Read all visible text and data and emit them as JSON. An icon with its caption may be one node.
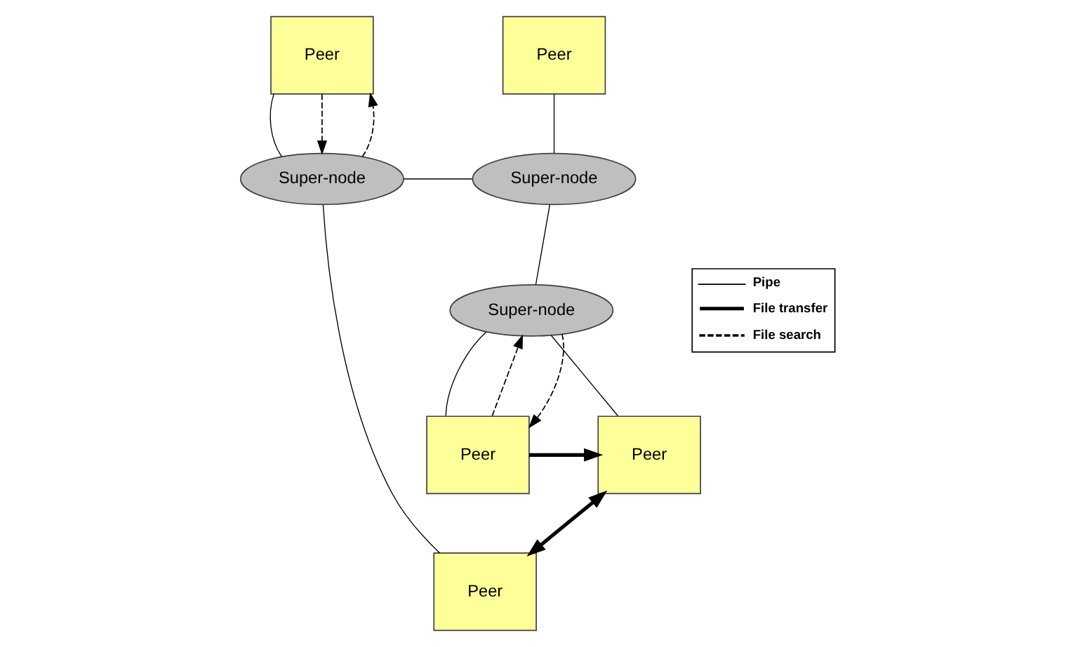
{
  "diagram": {
    "nodes": [
      {
        "text": [
          "Peer"
        ]
      },
      {
        "text": [
          "Peer"
        ]
      },
      {
        "text": [
          "Super-node"
        ]
      },
      {
        "text": [
          "Super-node"
        ]
      },
      {
        "text": [
          "Peer"
        ]
      },
      {
        "text": [
          "Super-node"
        ]
      },
      {
        "text": [
          "Peer"
        ]
      },
      {
        "text": [
          "Peer"
        ]
      }
    ],
    "edges": [
      {
        "from": 0,
        "to": 2,
        "arrow": "none"
      },
      {
        "from": 1,
        "to": 3,
        "arrow": "none"
      },
      {
        "from": 2,
        "to": 3,
        "arrow": "none"
      },
      {
        "from": 2,
        "to": 4,
        "arrow": "none"
      },
      {
        "from": 3,
        "to": 5,
        "arrow": "none"
      },
      {
        "from": 5,
        "to": 6,
        "arrow": "none"
      },
      {
        "from": 5,
        "to": 7,
        "arrow": "none"
      },
      {
        "from": 0,
        "to": 2,
        "arrow": "to",
        "style": "dashed"
      },
      {
        "from": 2,
        "to": 0,
        "arrow": "to",
        "style": "dashed"
      },
      {
        "from": 7,
        "to": 5,
        "arrow": "to",
        "style": "dashed"
      },
      {
        "from": 5,
        "to": 7,
        "arrow": "to",
        "style": "dashed"
      },
      {
        "from": 7,
        "to": 6,
        "arrow": "to",
        "style": "thick"
      },
      {
        "from": 6,
        "to": 4,
        "arrow": "both",
        "style": "thick"
      }
    ],
    "legend": [
      {
        "text": "Pipe"
      },
      {
        "text": "File transfer"
      },
      {
        "text": "File search"
      }
    ]
  }
}
